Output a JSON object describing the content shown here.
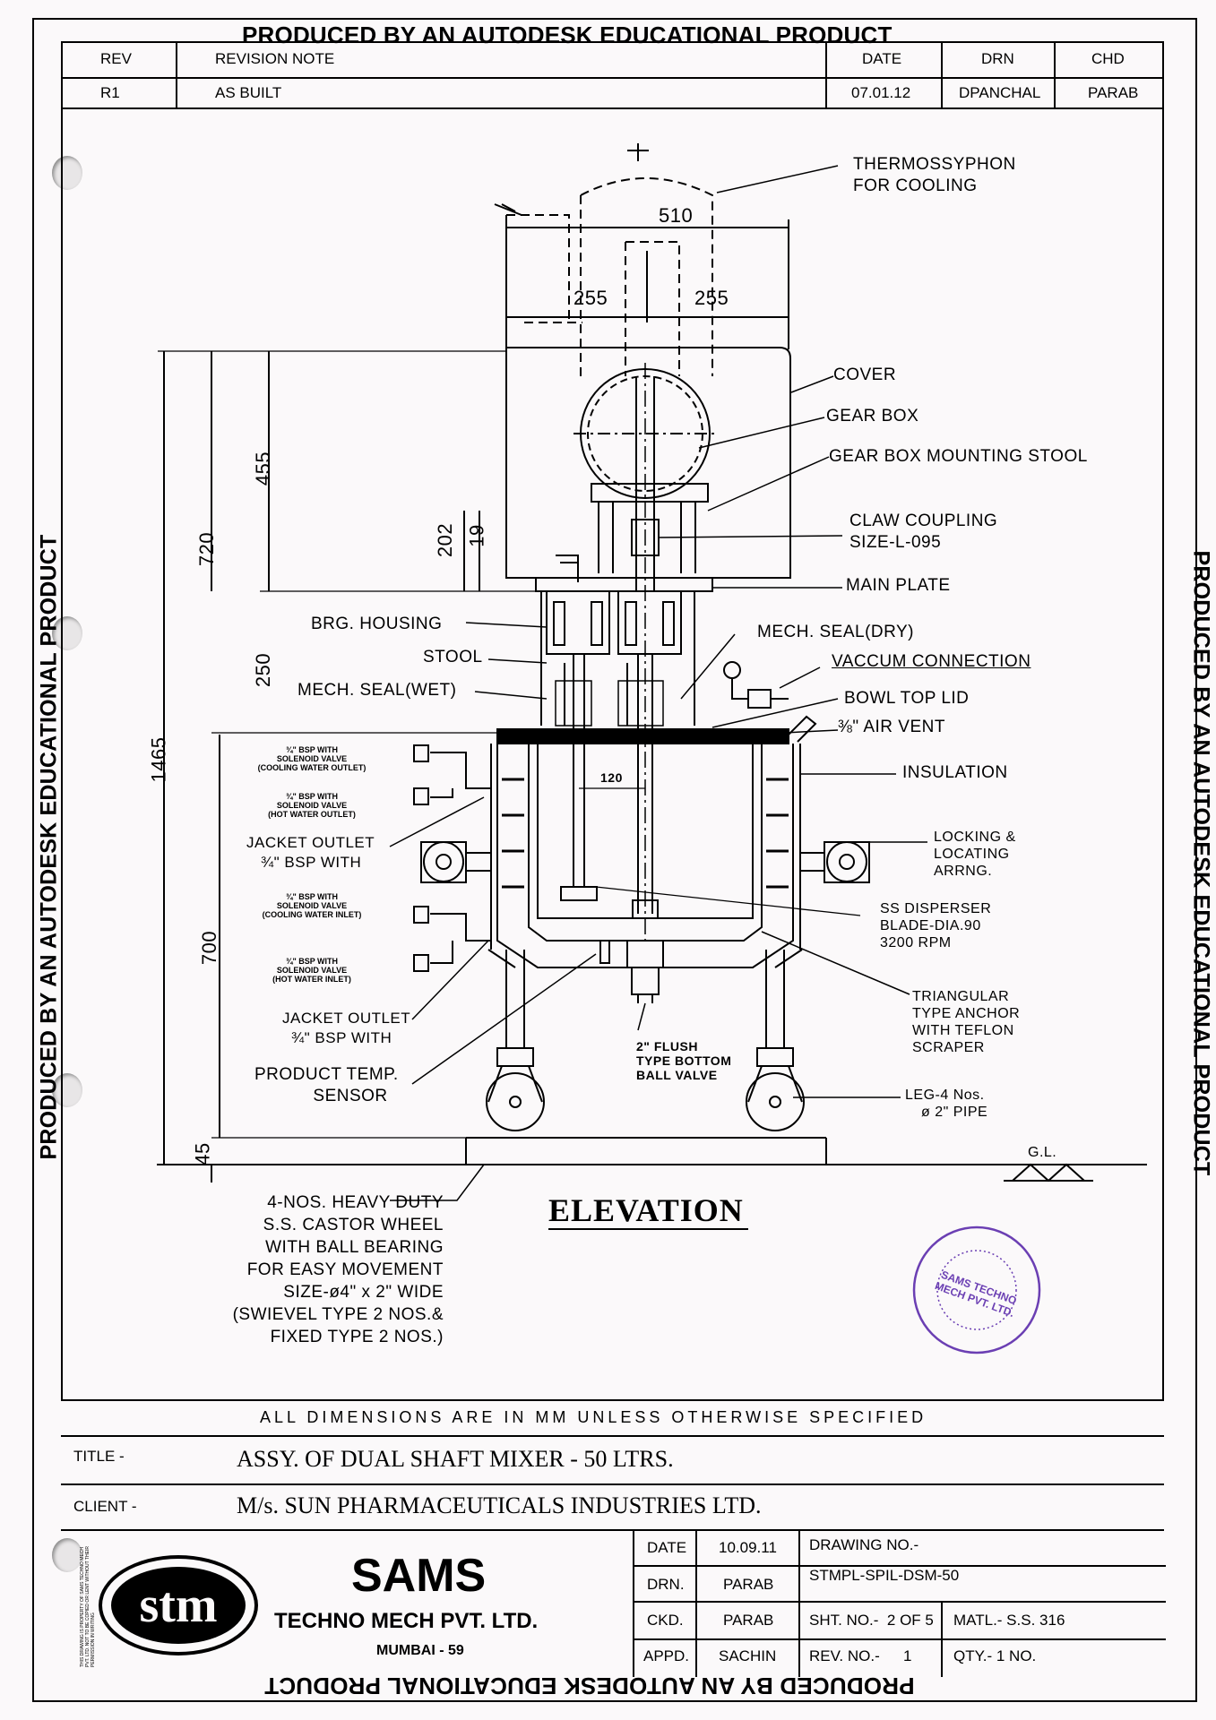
{
  "watermark": "PRODUCED BY AN AUTODESK EDUCATIONAL PRODUCT",
  "revision_table": {
    "headers": {
      "rev": "REV",
      "note": "REVISION NOTE",
      "date": "DATE",
      "drn": "DRN",
      "chd": "CHD"
    },
    "row": {
      "rev": "R1",
      "note": "AS BUILT",
      "date": "07.01.12",
      "drn": "DPANCHAL",
      "chd": "PARAB"
    }
  },
  "drawing": {
    "view_title": "ELEVATION",
    "dimensions": {
      "width_total": "510",
      "half_left": "255",
      "half_right": "255",
      "h455": "455",
      "h720": "720",
      "h202": "202",
      "h19": "19",
      "h250": "250",
      "h1465": "1465",
      "h700": "700",
      "h45": "45",
      "w120": "120"
    },
    "labels": {
      "thermosyphon": [
        "THERMOSSYPHON",
        "FOR COOLING"
      ],
      "cover": "COVER",
      "gear_box": "GEAR BOX",
      "gear_box_stool": "GEAR BOX MOUNTING STOOL",
      "claw_coupling": [
        "CLAW COUPLING",
        "SIZE-L-095"
      ],
      "main_plate": "MAIN PLATE",
      "brg_housing": "BRG. HOUSING",
      "stool": "STOOL",
      "mech_seal_wet": "MECH. SEAL(WET)",
      "mech_seal_dry": "MECH. SEAL(DRY)",
      "vaccum_connection": "VACCUM CONNECTION",
      "bowl_top_lid": "BOWL TOP LID",
      "air_vent": "⅜\" AIR VENT",
      "insulation": "INSULATION",
      "locking": [
        "LOCKING &",
        "LOCATING",
        "ARRNG."
      ],
      "ss_disperser": [
        "SS DISPERSER",
        "BLADE-DIA.90",
        "3200 RPM"
      ],
      "triangular": [
        "TRIANGULAR",
        "TYPE ANCHOR",
        "WITH TEFLON",
        "SCRAPER"
      ],
      "leg": [
        "LEG-4 Nos.",
        "ø 2\" PIPE"
      ],
      "flush_valve": [
        "2\" FLUSH",
        "TYPE BOTTOM",
        "BALL VALVE"
      ],
      "product_temp": [
        "PRODUCT TEMP.",
        "SENSOR"
      ],
      "jacket_outlet_1": [
        "JACKET OUTLET",
        "¾\" BSP WITH"
      ],
      "jacket_outlet_2": [
        "JACKET OUTLET",
        "¾\" BSP WITH"
      ],
      "bsp_1": [
        "¾\" BSP WITH",
        "SOLENOID VALVE",
        "(COOLING WATER OUTLET)"
      ],
      "bsp_2": [
        "¾\" BSP WITH",
        "SOLENOID VALVE",
        "(HOT WATER OUTLET)"
      ],
      "bsp_3": [
        "¾\" BSP WITH",
        "SOLENOID VALVE",
        "(COOLING WATER INLET)"
      ],
      "bsp_4": [
        "¾\" BSP WITH",
        "SOLENOID VALVE",
        "(HOT WATER INLET)"
      ],
      "castor": [
        "4-NOS. HEAVY DUTY",
        "S.S. CASTOR WHEEL",
        "WITH BALL BEARING",
        "FOR EASY MOVEMENT",
        "SIZE-ø4\" x 2\" WIDE",
        "(SWIEVEL TYPE 2 NOS.&",
        "FIXED TYPE 2 NOS.)"
      ],
      "gl": "G.L."
    },
    "stamp": "SAMS TECHNO MECH PVT. LTD."
  },
  "title_block": {
    "general_note": "ALL DIMENSIONS ARE IN MM UNLESS OTHERWISE SPECIFIED",
    "title_label": "TITLE -",
    "title_value": "ASSY. OF DUAL SHAFT MIXER - 50 LTRS.",
    "client_label": "CLIENT -",
    "client_value": "M/s. SUN PHARMACEUTICALS INDUSTRIES LTD.",
    "company": {
      "logo_text": "stm",
      "name": "SAMS",
      "full": "TECHNO MECH PVT. LTD.",
      "city": "MUMBAI - 59"
    },
    "fields": {
      "date_label": "DATE",
      "date_value": "10.09.11",
      "drn_label": "DRN.",
      "drn_value": "PARAB",
      "ckd_label": "CKD.",
      "ckd_value": "PARAB",
      "appd_label": "APPD.",
      "appd_value": "SACHIN",
      "drawing_no_label": "DRAWING NO.-",
      "drawing_no_value": "STMPL-SPIL-DSM-50",
      "sheet_no": "SHT. NO.-  2 OF 5",
      "matl": "MATL.- S.S. 316",
      "rev_no_label": "REV. NO.-",
      "rev_no_value": "1",
      "qty": "QTY.- 1 NO."
    },
    "copyright_note": "THIS DRAWING IS PROPERTY OF SAMS TECHNO MECH PVT. LTD. NOT TO BE COPIED OR LENT WITHOUT THEIR PERMISSION IN WRITING"
  },
  "colors": {
    "ink": "#000000",
    "paper": "#fbf9fa",
    "stamp": "#6b3fb3"
  }
}
